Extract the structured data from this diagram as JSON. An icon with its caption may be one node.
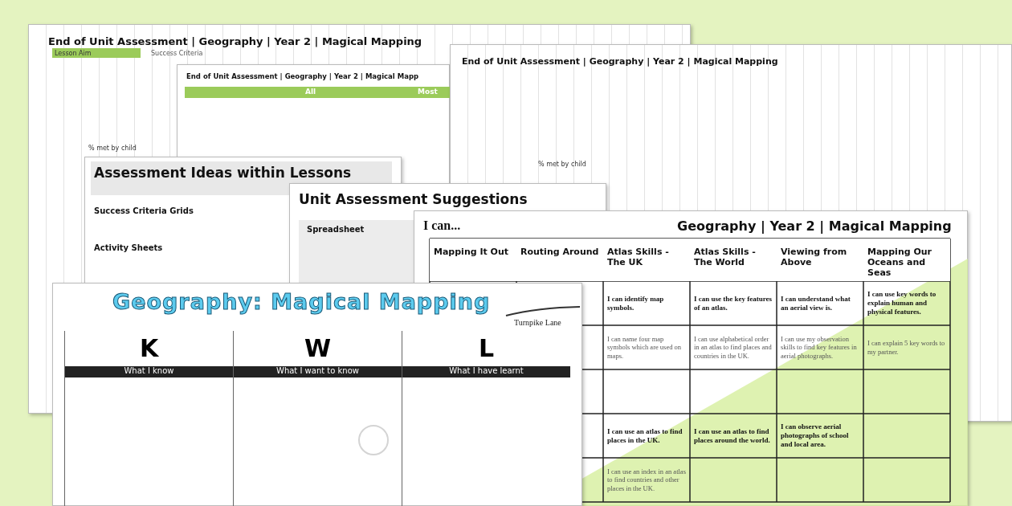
{
  "diagram": {
    "nodes": [
      {
        "text": [
          "Mapping It Out"
        ]
      },
      {
        "text": [
          "Routing Around"
        ]
      },
      {
        "text": [
          "Atlas Skills - The UK"
        ]
      },
      {
        "text": [
          "Atlas Skills - The World"
        ]
      },
      {
        "text": [
          "Viewing from Above"
        ]
      },
      {
        "text": [
          "Mapping Our Oceans and Seas"
        ]
      },
      {
        "text": [
          "I can identify map symbols."
        ]
      },
      {
        "text": [
          "I can use the key features of an atlas."
        ]
      },
      {
        "text": [
          "I can understand what an aerial view is."
        ]
      },
      {
        "text": [
          "I can use key words to explain human and physical features."
        ]
      },
      {
        "text": [
          "I can name four map symbols which are used on maps."
        ]
      },
      {
        "text": [
          "I can use alphabetical order in an atlas to find places and countries in the UK."
        ]
      },
      {
        "text": [
          "I can use my observation skills to find key features in aerial photographs."
        ]
      },
      {
        "text": [
          "I can explain 5 key words to my partner."
        ]
      },
      {
        "text": [
          "I can use an atlas to find places in the UK."
        ]
      },
      {
        "text": [
          "I can use an atlas to find places around the world."
        ]
      },
      {
        "text": [
          "I can observe aerial photographs of school and local area."
        ]
      },
      {
        "text": [
          "I can use an index in an atlas to find countries and other places in the UK."
        ]
      },
      {
        "text": [
          "K",
          "What I know"
        ]
      },
      {
        "text": [
          "W",
          "What I want to know"
        ]
      },
      {
        "text": [
          "L",
          "What I have learnt"
        ]
      }
    ],
    "labels": [
      "End of Unit Assessment | Geography | Year 2 | Magical Mapping",
      "Lesson Aim",
      "Success Criteria",
      "End of Unit Assessment | Geography | Year 2 | Magical Mapp",
      "All",
      "Most",
      "% met by child",
      "End of Unit Assessment | Geography | Year 2 | Magical Mapping",
      "% met by child",
      "Assessment Ideas within Lessons",
      "Success Criteria Grids",
      "Activity Sheets",
      "Unit Assessment Suggestions",
      "Spreadsheet",
      "I can...",
      "Geography | Year 2 | Magical Mapping",
      "Geography: Magical Mapping",
      "Turnpike Lane"
    ]
  }
}
